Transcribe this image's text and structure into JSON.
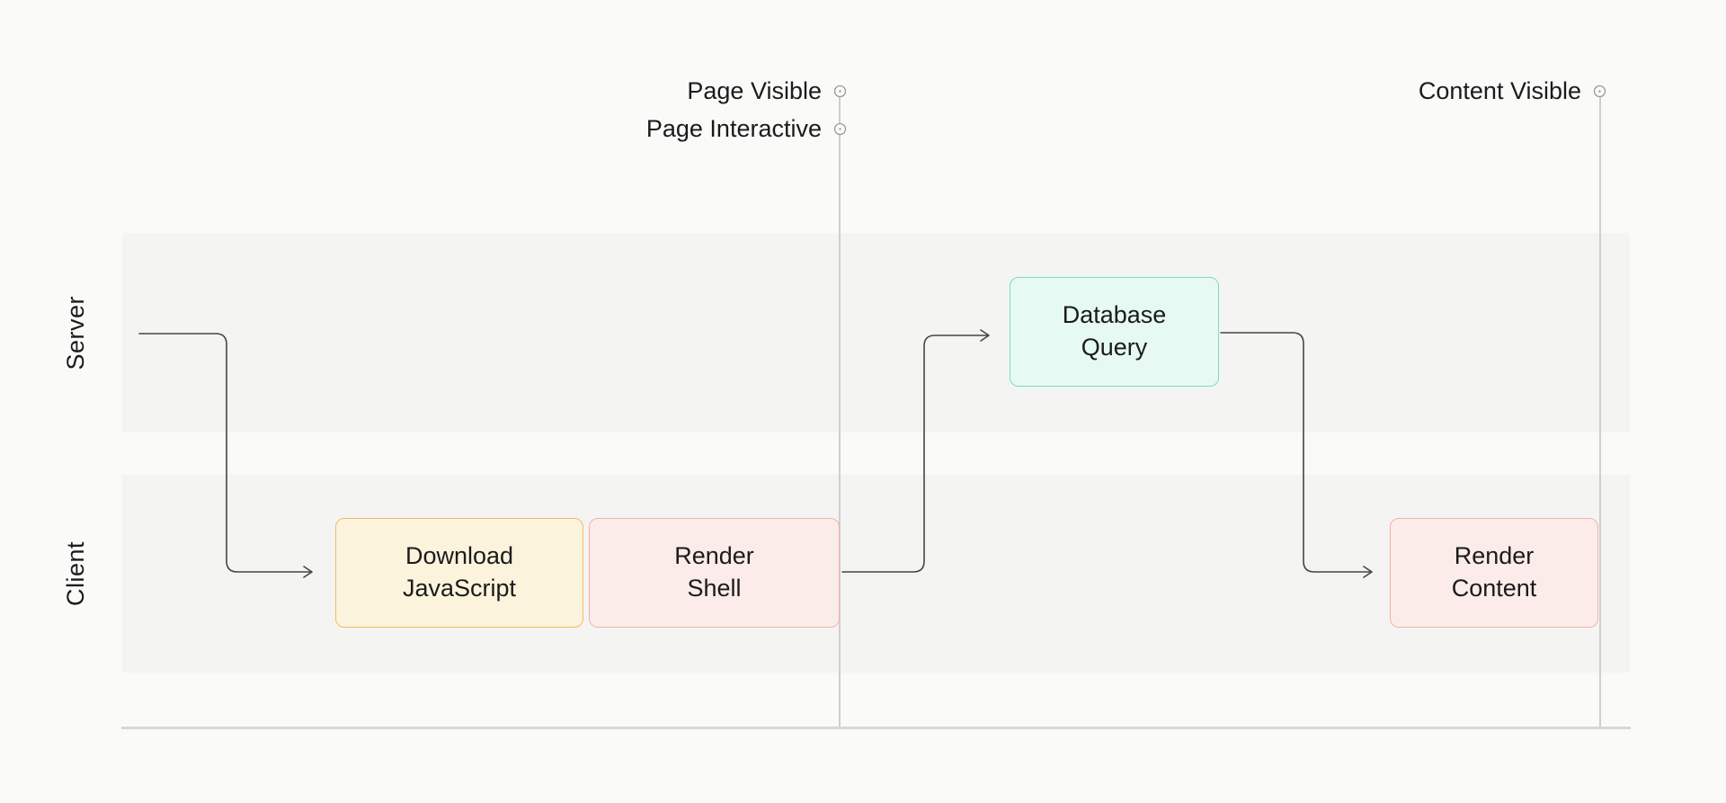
{
  "diagram": {
    "lanes": [
      {
        "id": "server",
        "label": "Server"
      },
      {
        "id": "client",
        "label": "Client"
      }
    ],
    "milestones": [
      {
        "id": "page-visible",
        "label": "Page Visible"
      },
      {
        "id": "page-interactive",
        "label": "Page Interactive"
      },
      {
        "id": "content-visible",
        "label": "Content Visible"
      }
    ],
    "nodes": [
      {
        "id": "download-javascript",
        "label": "Download\nJavaScript",
        "lane": "Client",
        "color": "yellow"
      },
      {
        "id": "render-shell",
        "label": "Render\nShell",
        "lane": "Client",
        "color": "pink"
      },
      {
        "id": "database-query",
        "label": "Database\nQuery",
        "lane": "Server",
        "color": "teal"
      },
      {
        "id": "render-content",
        "label": "Render\nContent",
        "lane": "Client",
        "color": "pink"
      }
    ]
  },
  "colors": {
    "page_bg": "#FAFAF9",
    "lane_bg": "#F4F4F3",
    "axis_line": "#D7D7D6",
    "marker_line": "#CFCFCE",
    "marker_stroke": "#9A9A98",
    "arrow": "#454545",
    "text": "#1B1B1B",
    "node_yellow_bg": "#FCF3DD",
    "node_yellow_border": "#F0BE62",
    "node_pink_bg": "#FBECE9",
    "node_pink_border": "#F2B3AB",
    "node_teal_bg": "#E6F9F3",
    "node_teal_border": "#7EDCC6"
  }
}
